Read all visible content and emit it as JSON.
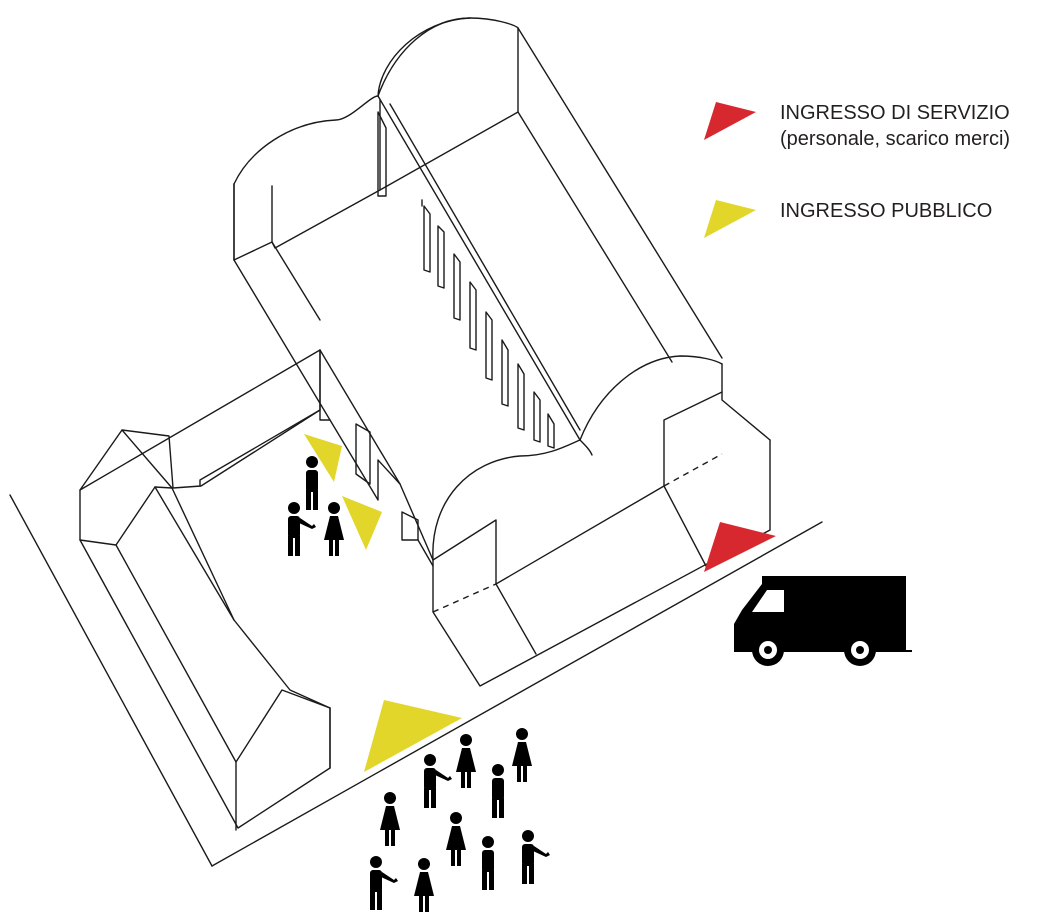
{
  "legend": {
    "service": {
      "line1": "INGRESSO DI SERVIZIO",
      "line2": "(personale, scarico merci)",
      "color": "#d7282f"
    },
    "public": {
      "line1": "INGRESSO PUBBLICO",
      "color": "#e1d629"
    }
  },
  "icons": {
    "building": "isometric-building-icon",
    "person": "person-icon",
    "truck": "delivery-truck-icon",
    "entrance_marker": "triangle-arrow-icon"
  }
}
